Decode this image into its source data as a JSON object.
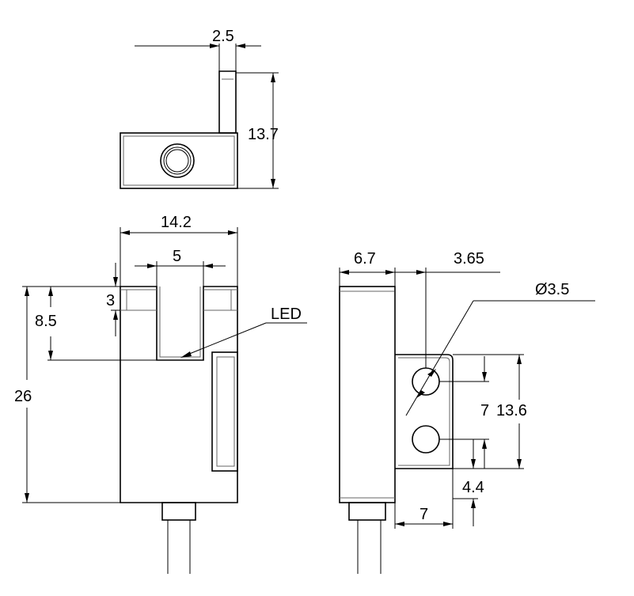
{
  "dimensions": {
    "top_width": "2.5",
    "top_height": "13.7",
    "front_width": "14.2",
    "slot_width": "5",
    "slot_step": "3",
    "led_depth": "8.5",
    "total_height": "26",
    "led_label": "LED",
    "side_width": "6.7",
    "hole_offset": "3.65",
    "hole_diameter": "Ø3.5",
    "hole_pitch": "7",
    "tab_height": "13.6",
    "hole_bottom": "4.4",
    "tab_width": "7"
  }
}
